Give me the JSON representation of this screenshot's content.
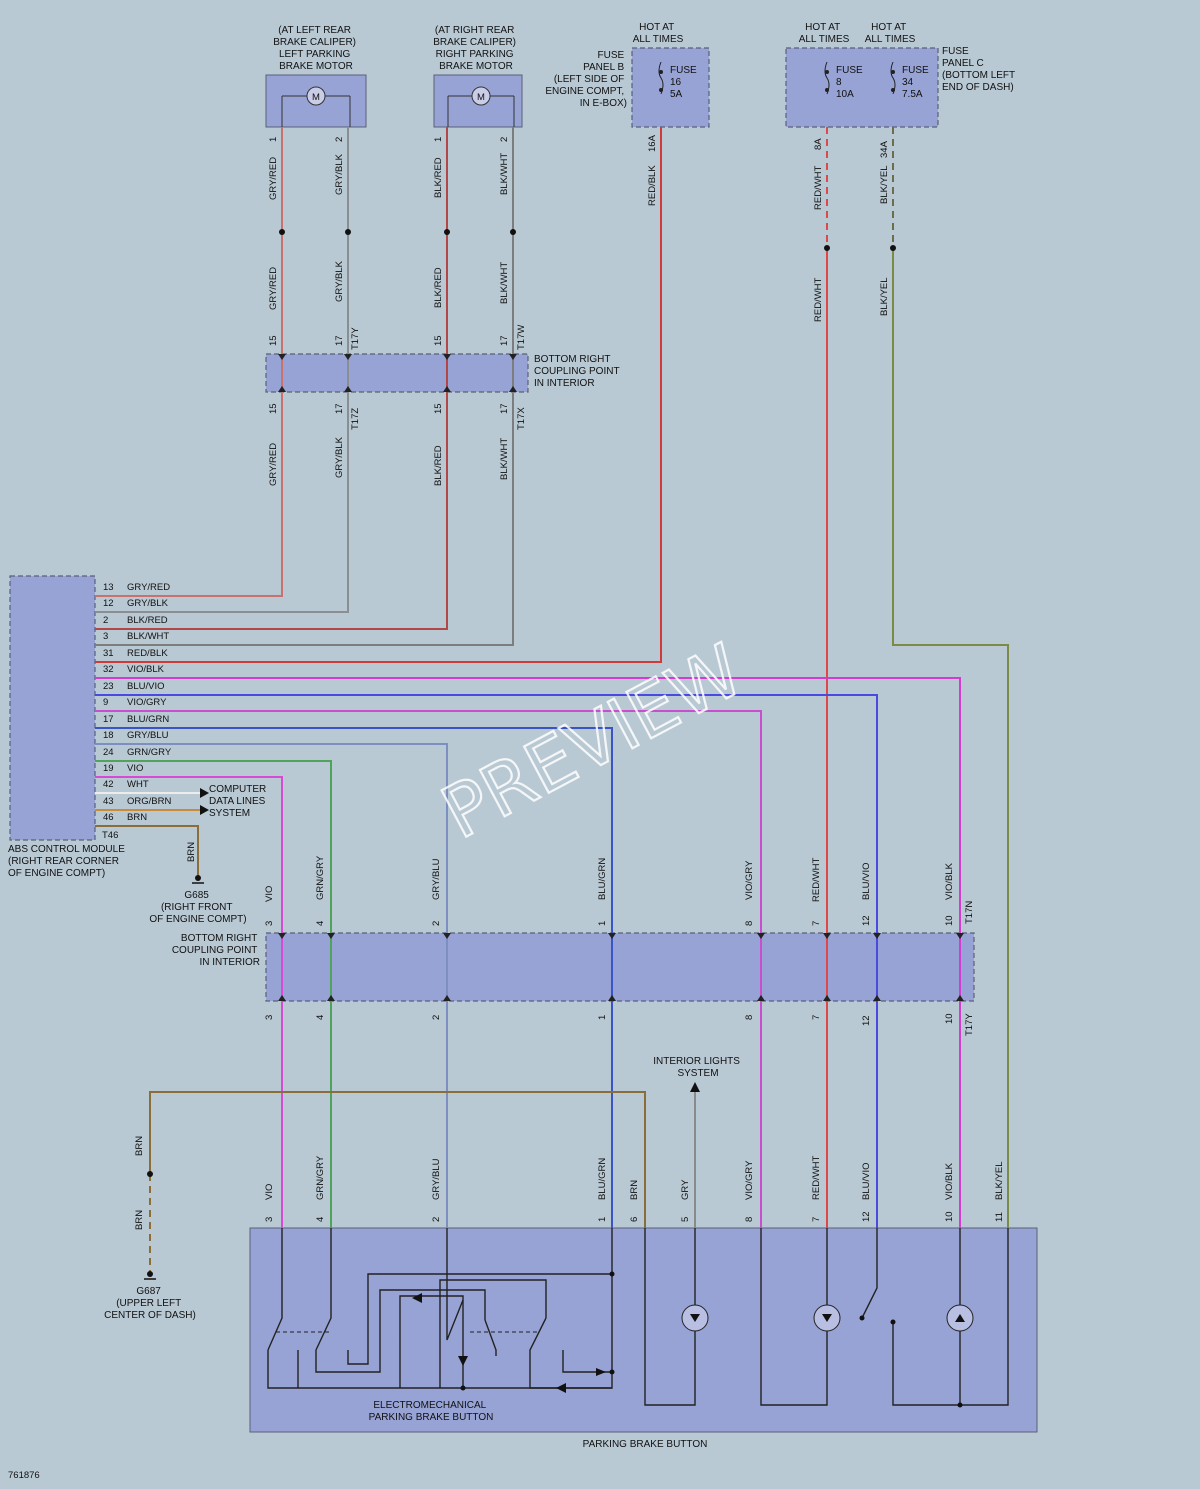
{
  "watermark": "PREVIEW",
  "diagram_id": "761876",
  "components": {
    "left_motor": [
      "(AT LEFT REAR",
      "BRAKE CALIPER)",
      "LEFT PARKING",
      "BRAKE MOTOR"
    ],
    "right_motor": [
      "(AT RIGHT REAR",
      "BRAKE CALIPER)",
      "RIGHT PARKING",
      "BRAKE MOTOR"
    ],
    "motor_symbol": "M",
    "fuse_b_hot": [
      "HOT AT",
      "ALL TIMES"
    ],
    "fuse_b_panel": [
      "FUSE",
      "PANEL B",
      "(LEFT SIDE OF",
      "ENGINE COMPT,",
      "IN E-BOX)"
    ],
    "fuse_b_fuse": [
      "FUSE",
      "16",
      "5A"
    ],
    "fuse_c_hot1": [
      "HOT AT",
      "ALL TIMES"
    ],
    "fuse_c_hot2": [
      "HOT AT",
      "ALL TIMES"
    ],
    "fuse_c_fuse8": [
      "FUSE",
      "8",
      "10A"
    ],
    "fuse_c_fuse34": [
      "FUSE",
      "34",
      "7.5A"
    ],
    "fuse_c_panel": [
      "FUSE",
      "PANEL C",
      "(BOTTOM LEFT",
      "END OF DASH)"
    ],
    "coupling_top": [
      "BOTTOM RIGHT",
      "COUPLING POINT",
      "IN INTERIOR"
    ],
    "coupling_mid": [
      "BOTTOM RIGHT",
      "COUPLING POINT",
      "IN INTERIOR"
    ],
    "abs_module": [
      "ABS CONTROL MODULE",
      "(RIGHT REAR CORNER",
      "OF ENGINE COMPT)"
    ],
    "computer_data": [
      "COMPUTER",
      "DATA LINES",
      "SYSTEM"
    ],
    "g685": [
      "G685",
      "(RIGHT FRONT",
      "OF ENGINE COMPT)"
    ],
    "g687": [
      "G687",
      "(UPPER LEFT",
      "CENTER OF DASH)"
    ],
    "interior_lights": [
      "INTERIOR LIGHTS",
      "SYSTEM"
    ],
    "emb": [
      "ELECTROMECHANICAL",
      "PARKING BRAKE BUTTON"
    ],
    "parking_button": "PARKING BRAKE BUTTON"
  },
  "connectors": {
    "t17y": "T17Y",
    "t17w": "T17W",
    "t17z": "T17Z",
    "t17x": "T17X",
    "t17n": "T17N",
    "t17y2": "T17Y",
    "t46": "T46"
  },
  "wire_labels": {
    "top_left": [
      "GRY/RED",
      "GRY/BLK",
      "BLK/RED",
      "BLK/WHT"
    ],
    "fuse_b_wire": "RED/BLK",
    "fuse_b_pin": "16A",
    "fuse_c_wires": [
      "RED/WHT",
      "BLK/YEL"
    ],
    "fuse_c_pins": [
      "8A",
      "34A"
    ],
    "mid_wires": [
      "VIO",
      "GRN/GRY",
      "GRY/BLU",
      "BLU/GRN",
      "VIO/GRY",
      "RED/WHT",
      "BLU/VIO",
      "VIO/BLK"
    ],
    "mid_pins": [
      "3",
      "4",
      "2",
      "1",
      "8",
      "7",
      "12",
      "10"
    ],
    "button_wires": [
      "VIO",
      "GRN/GRY",
      "GRY/BLU",
      "BLU/GRN",
      "BRN",
      "GRY",
      "VIO/GRY",
      "RED/WHT",
      "BLU/VIO",
      "VIO/BLK",
      "BLK/YEL"
    ],
    "button_pins": [
      "3",
      "4",
      "2",
      "1",
      "6",
      "5",
      "8",
      "7",
      "12",
      "10",
      "11"
    ],
    "brn": "BRN",
    "motor_pins": [
      "1",
      "2"
    ],
    "coupling_pins": [
      "15",
      "17"
    ]
  },
  "abs_pins": [
    {
      "pin": "13",
      "wire": "GRY/RED"
    },
    {
      "pin": "12",
      "wire": "GRY/BLK"
    },
    {
      "pin": "2",
      "wire": "BLK/RED"
    },
    {
      "pin": "3",
      "wire": "BLK/WHT"
    },
    {
      "pin": "31",
      "wire": "RED/BLK"
    },
    {
      "pin": "32",
      "wire": "VIO/BLK"
    },
    {
      "pin": "23",
      "wire": "BLU/VIO"
    },
    {
      "pin": "9",
      "wire": "VIO/GRY"
    },
    {
      "pin": "17",
      "wire": "BLU/GRN"
    },
    {
      "pin": "18",
      "wire": "GRY/BLU"
    },
    {
      "pin": "24",
      "wire": "GRN/GRY"
    },
    {
      "pin": "19",
      "wire": "VIO"
    },
    {
      "pin": "42",
      "wire": "WHT"
    },
    {
      "pin": "43",
      "wire": "ORG/BRN"
    },
    {
      "pin": "46",
      "wire": "BRN"
    }
  ],
  "colors": {
    "gry_red": "#c9716e",
    "gry_blk": "#8a8e92",
    "blk_red": "#b34646",
    "blk_wht": "#7d7d7d",
    "red_blk": "#d23a3a",
    "vio_blk": "#d23cd2",
    "blu_vio": "#4a4ae0",
    "vio_gry": "#c94ecf",
    "blu_grn": "#3a54c8",
    "gry_blu": "#7d8fc0",
    "grn_gry": "#4fa35a",
    "vio": "#d64ad6",
    "red_wht": "#e04848",
    "blk_yel": "#7b8a44",
    "brn": "#8b6d3a",
    "gry": "#8a8a8a"
  }
}
